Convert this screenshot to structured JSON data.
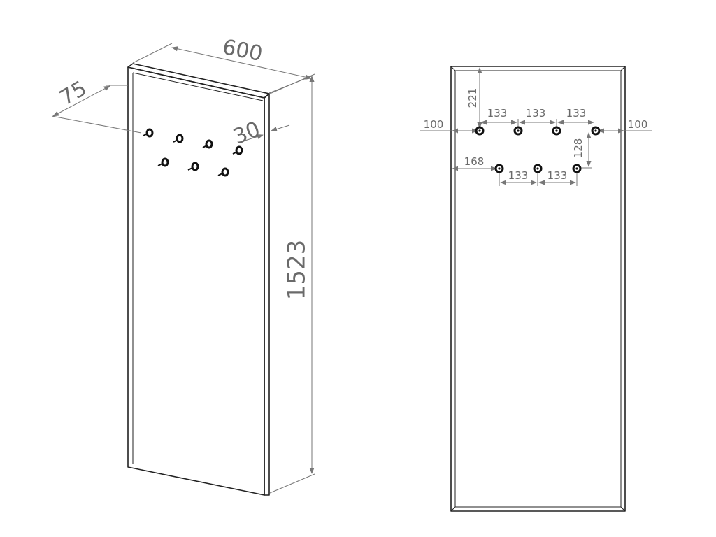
{
  "diagram": {
    "views": [
      {
        "id": "isometric",
        "dimensions": {
          "width": "600",
          "depth": "30",
          "height": "1523",
          "hook_depth": "75"
        },
        "hook_count": 7
      },
      {
        "id": "front",
        "dimensions": {
          "top_offset": "221",
          "left_margin": "100",
          "right_margin": "100",
          "top_row_spacing": [
            "133",
            "133",
            "133"
          ],
          "row_gap": "128",
          "bottom_row_left": "168",
          "bottom_row_spacing": [
            "133",
            "133"
          ]
        },
        "hooks_top_row": 4,
        "hooks_bottom_row": 3
      }
    ],
    "colors": {
      "outline": "#222222",
      "dimension": "#777777",
      "hook": "#111111"
    }
  }
}
